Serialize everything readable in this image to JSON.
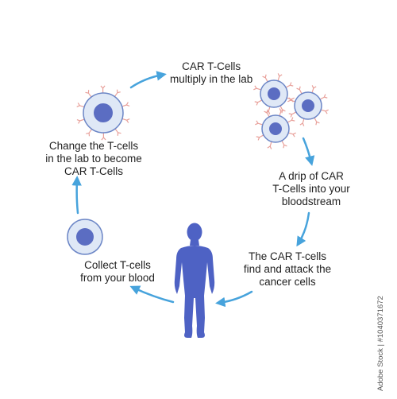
{
  "steps": [
    {
      "id": "multiply",
      "lines": [
        "CAR T-Cells",
        "multiply in the lab"
      ]
    },
    {
      "id": "drip",
      "lines": [
        "A drip of CAR",
        "T-Cells  into your",
        "bloodstream"
      ]
    },
    {
      "id": "attack",
      "lines": [
        "The CAR T-cells",
        "find and attack the",
        "cancer cells"
      ]
    },
    {
      "id": "collect",
      "lines": [
        "Collect T-cells",
        "from your blood"
      ]
    },
    {
      "id": "change",
      "lines": [
        "Change the T-cells",
        "in the lab to become",
        "CAR T-Cells"
      ]
    }
  ],
  "watermark": "Adobe Stock | #1040371672",
  "colors": {
    "cell_outer": "#dfe8f6",
    "cell_ring": "#6c86c6",
    "cell_nucleus": "#5b6dc2",
    "receptor": "#e8a09a",
    "arrow": "#47a3dc",
    "body": "#4e62c4",
    "text": "#1f1f1f"
  },
  "icons": [
    "t-cell-icon",
    "car-t-cell-icon",
    "car-t-cell-cluster-icon",
    "human-body-icon",
    "cycle-arrow-icon"
  ]
}
